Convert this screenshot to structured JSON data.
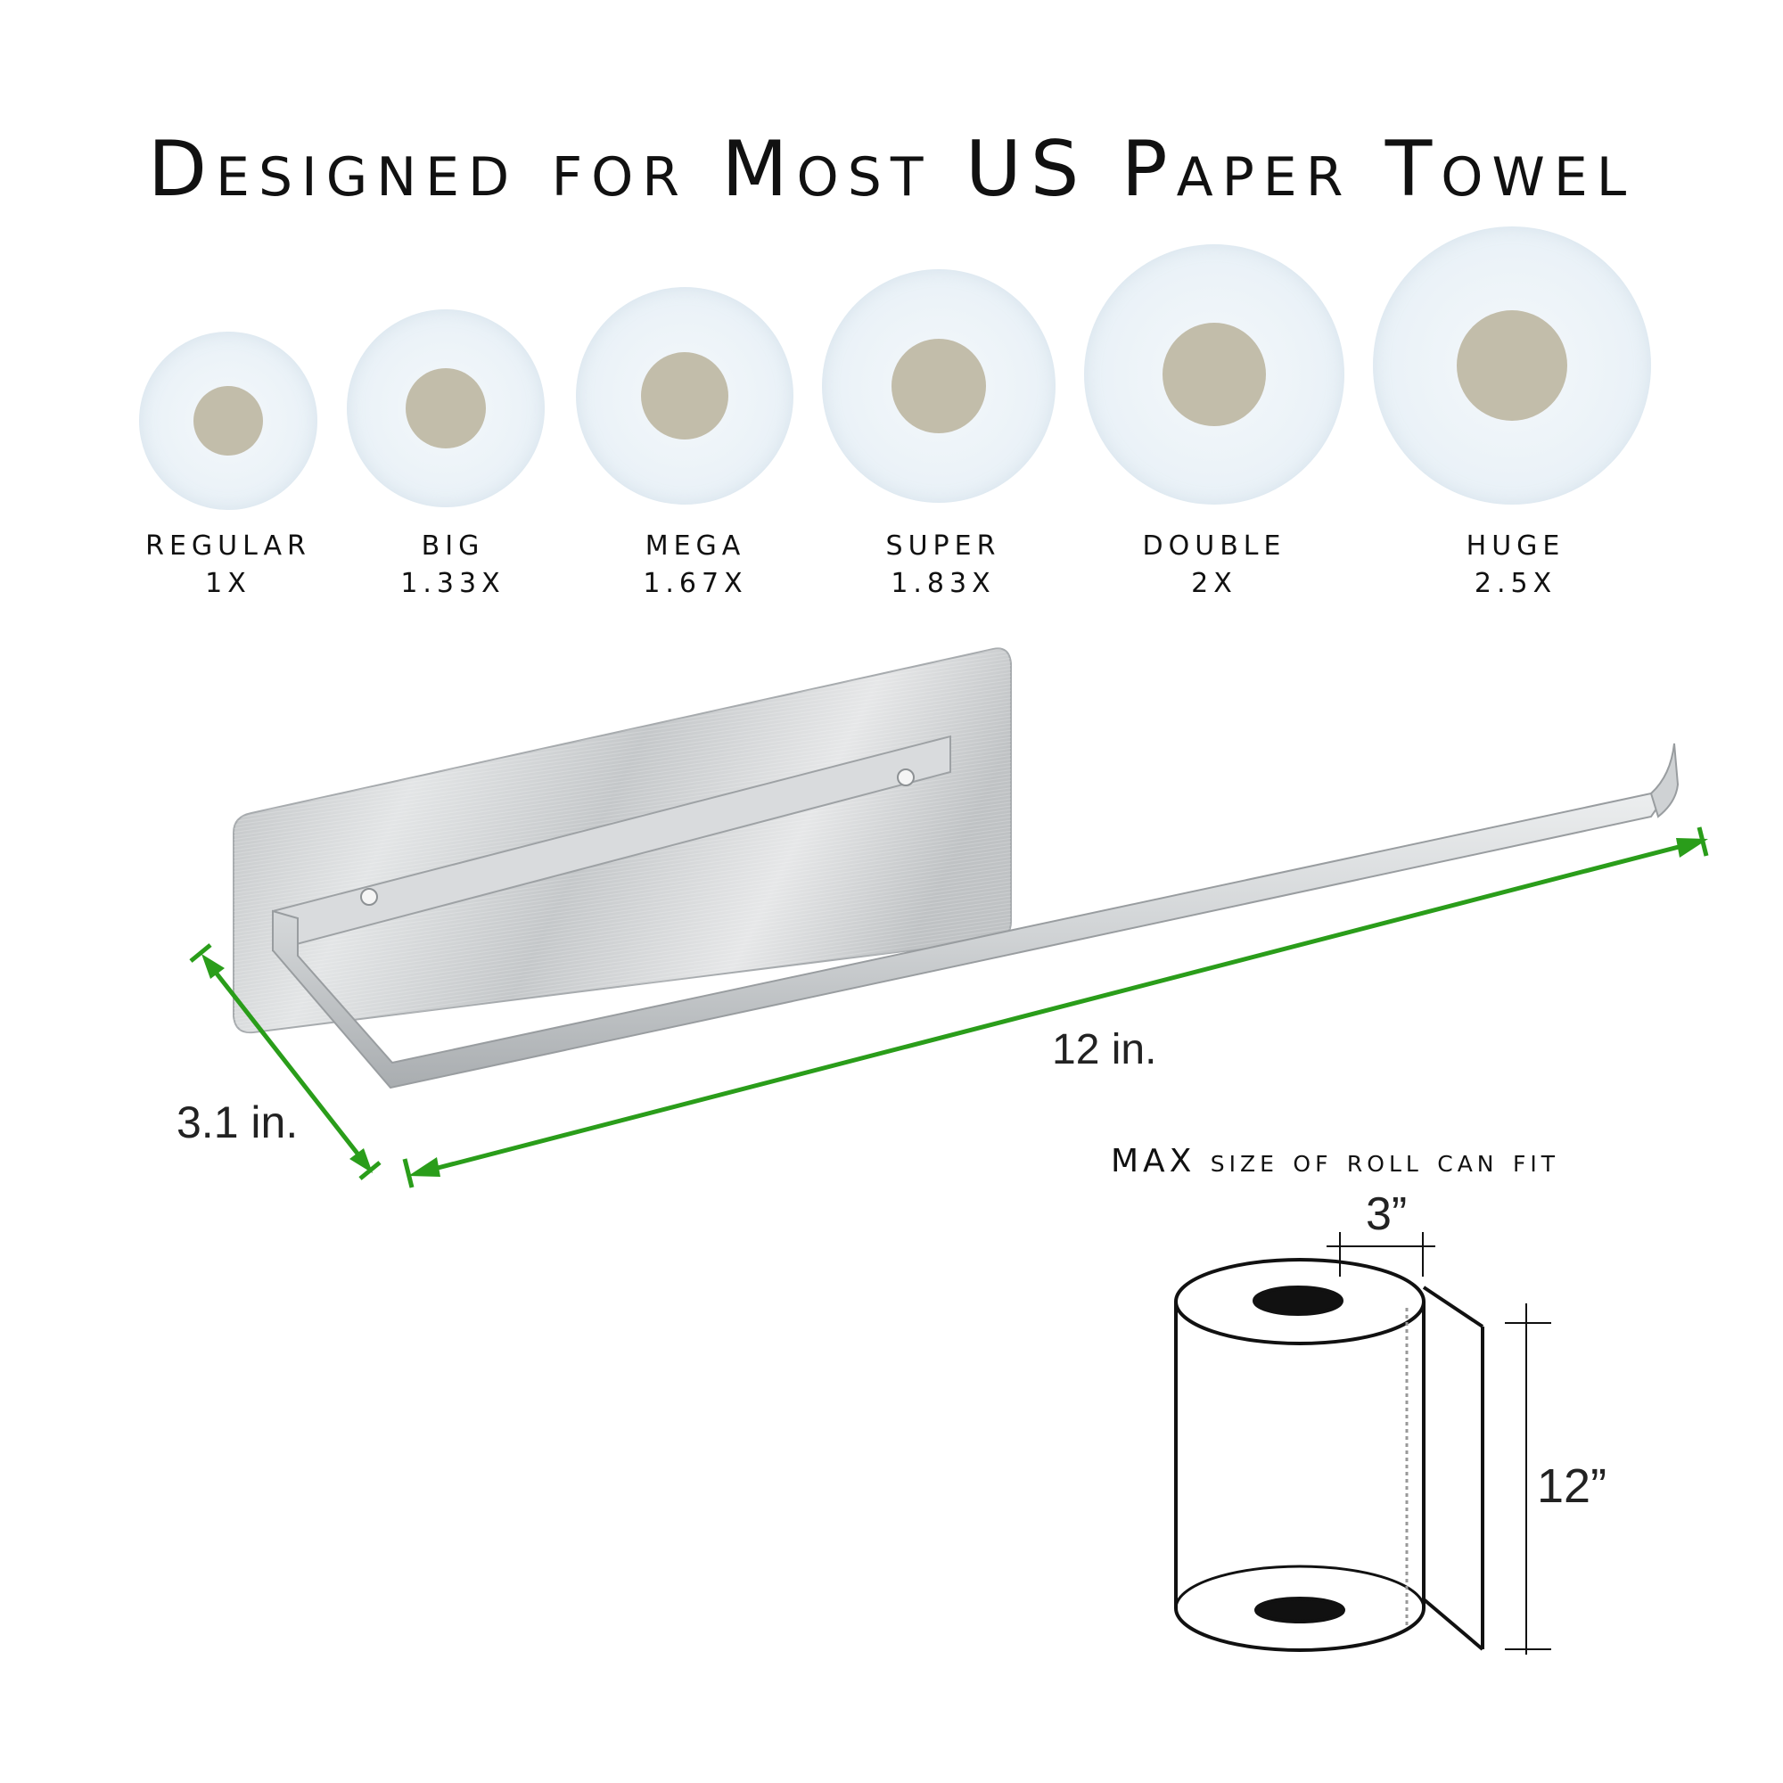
{
  "title": "Designed for Most US Paper Towel",
  "rolls": [
    {
      "name": "REGULAR",
      "multiplier": "1X"
    },
    {
      "name": "BIG",
      "multiplier": "1.33X"
    },
    {
      "name": "MEGA",
      "multiplier": "1.67X"
    },
    {
      "name": "SUPER",
      "multiplier": "1.83X"
    },
    {
      "name": "DOUBLE",
      "multiplier": "2X"
    },
    {
      "name": "HUGE",
      "multiplier": "2.5X"
    }
  ],
  "dimensions": {
    "length": "12 in.",
    "depth": "3.1 in."
  },
  "max_roll": {
    "caption": "MAX size of roll can fit",
    "diameter": "3”",
    "height": "12”"
  },
  "colors": {
    "dimension_line": "#2a9d1a",
    "core": "#c2bdaa",
    "steel": "#c9ccce"
  }
}
